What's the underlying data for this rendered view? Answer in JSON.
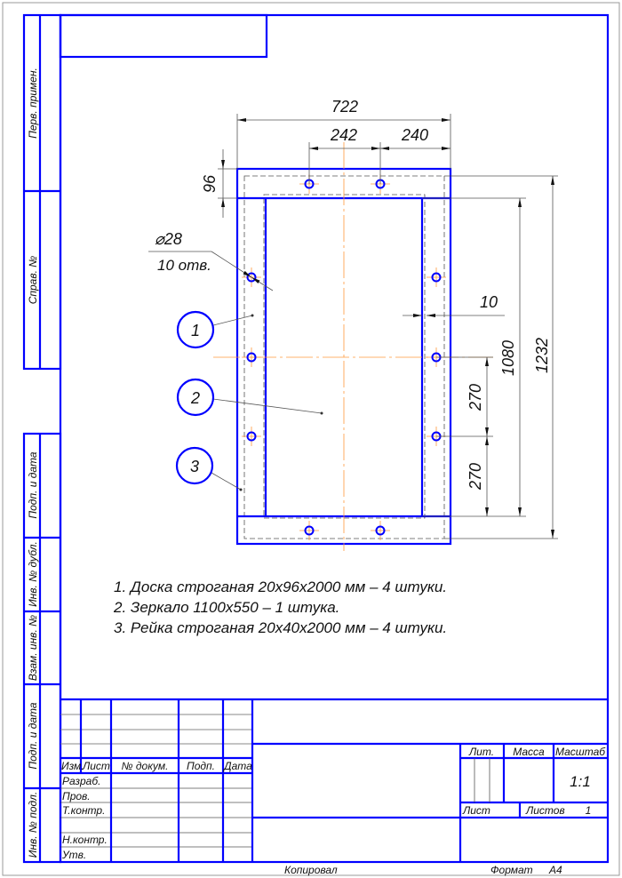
{
  "dimensions": {
    "overall_width": "722",
    "hole_spacing_1": "242",
    "hole_spacing_2": "240",
    "board_width": "96",
    "hole_diameter": "⌀28",
    "hole_count": "10 отв.",
    "offset": "10",
    "inner_height": "1080",
    "overall_height": "1232",
    "vertical_spacing_1": "270",
    "vertical_spacing_2": "270"
  },
  "balloons": [
    "1",
    "2",
    "3"
  ],
  "notes": [
    "1. Доска строганая 20x96x2000 мм – 4 штуки.",
    "2. Зеркало 1100x550 – 1 штука.",
    "3. Рейка строганая 20x40x2000 мм – 4 штуки."
  ],
  "side_strip": [
    "Перв. примен.",
    "Справ. №",
    "Подп. и дата",
    "Инв. № дубл.",
    "Взам. инв. №",
    "Подп. и дата",
    "Инв. № подл."
  ],
  "title_block": {
    "col_headers": [
      "Изм.",
      "Лист",
      "№ докум.",
      "Подп.",
      "Дата"
    ],
    "roles": [
      "Разраб.",
      "Пров.",
      "Т.контр.",
      "",
      "Н.контр.",
      "Утв."
    ],
    "lit": "Лит.",
    "mass": "Масса",
    "scale_label": "Масштаб",
    "scale_value": "1:1",
    "sheet": "Лист",
    "sheets": "Листов",
    "sheets_value": "1",
    "copied": "Копировал",
    "format_label": "Формат",
    "format_value": "A4"
  },
  "colors": {
    "frame": "#0000ff",
    "centerline": "#ff9a3c"
  }
}
